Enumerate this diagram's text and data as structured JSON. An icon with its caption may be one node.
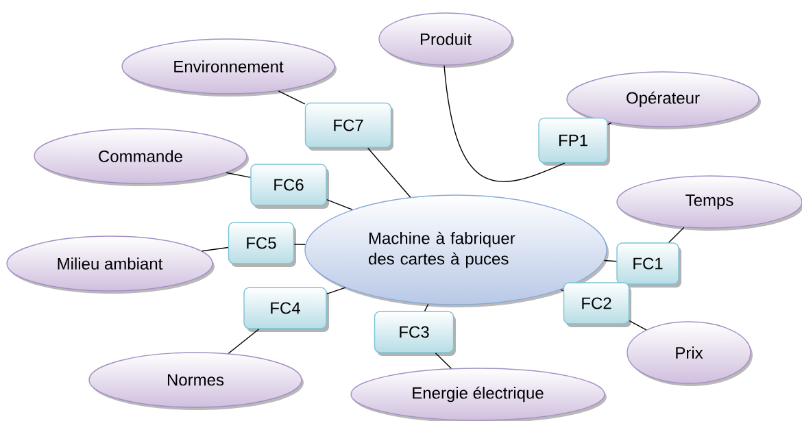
{
  "diagram": {
    "nodes": [
      {
        "text": [
          "Machine à fabriquer des cartes à puces"
        ]
      },
      {
        "text": [
          "Produit"
        ]
      },
      {
        "text": [
          "Opérateur"
        ]
      },
      {
        "text": [
          "Temps"
        ]
      },
      {
        "text": [
          "Prix"
        ]
      },
      {
        "text": [
          "Energie électrique"
        ]
      },
      {
        "text": [
          "Normes"
        ]
      },
      {
        "text": [
          "Milieu ambiant"
        ]
      },
      {
        "text": [
          "Commande"
        ]
      },
      {
        "text": [
          "Environnement"
        ]
      },
      {
        "text": [
          "FP1"
        ]
      },
      {
        "text": [
          "FC1"
        ]
      },
      {
        "text": [
          "FC2"
        ]
      },
      {
        "text": [
          "FC3"
        ]
      },
      {
        "text": [
          "FC4"
        ]
      },
      {
        "text": [
          "FC5"
        ]
      },
      {
        "text": [
          "FC6"
        ]
      },
      {
        "text": [
          "FC7"
        ]
      }
    ],
    "edges": [
      {
        "from": 1,
        "to": 10,
        "arrow": "none"
      },
      {
        "from": 10,
        "to": 2,
        "arrow": "none"
      },
      {
        "from": 0,
        "to": 11,
        "arrow": "none"
      },
      {
        "from": 11,
        "to": 3,
        "arrow": "none"
      },
      {
        "from": 0,
        "to": 12,
        "arrow": "none"
      },
      {
        "from": 12,
        "to": 4,
        "arrow": "none"
      },
      {
        "from": 0,
        "to": 13,
        "arrow": "none"
      },
      {
        "from": 13,
        "to": 5,
        "arrow": "none"
      },
      {
        "from": 0,
        "to": 14,
        "arrow": "none"
      },
      {
        "from": 14,
        "to": 6,
        "arrow": "none"
      },
      {
        "from": 0,
        "to": 15,
        "arrow": "none"
      },
      {
        "from": 15,
        "to": 7,
        "arrow": "none"
      },
      {
        "from": 0,
        "to": 16,
        "arrow": "none"
      },
      {
        "from": 16,
        "to": 8,
        "arrow": "none"
      },
      {
        "from": 0,
        "to": 17,
        "arrow": "none"
      },
      {
        "from": 17,
        "to": 9,
        "arrow": "none"
      }
    ]
  }
}
